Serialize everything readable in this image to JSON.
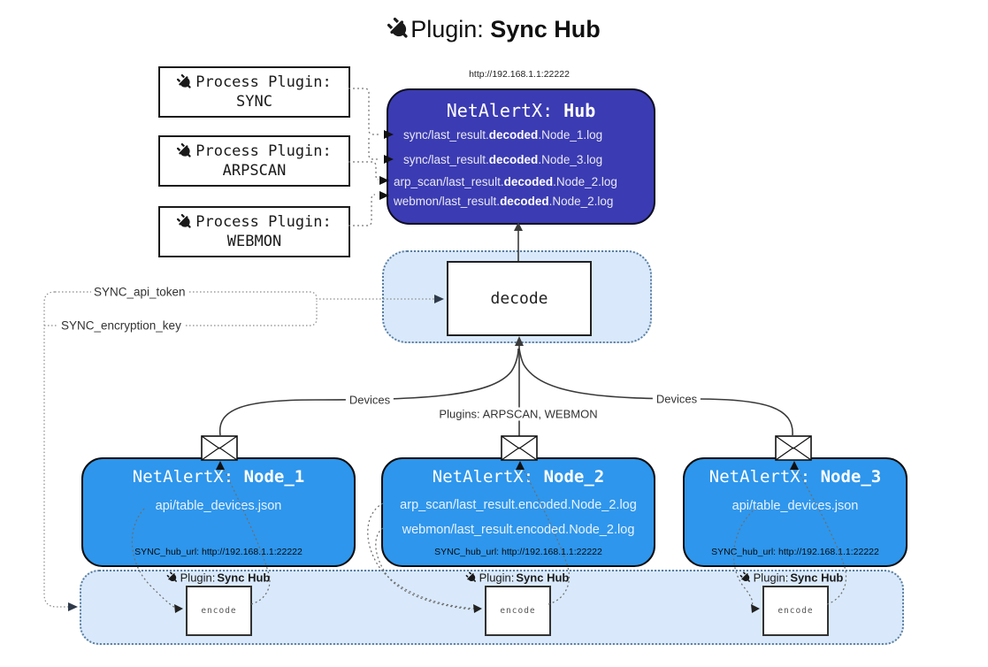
{
  "title": {
    "icon": "plug-icon",
    "prefix": "Plugin: ",
    "bold": "Sync Hub"
  },
  "process_plugins": [
    {
      "line1": "Process Plugin:",
      "line2": "SYNC"
    },
    {
      "line1": "Process Plugin:",
      "line2": "ARPSCAN"
    },
    {
      "line1": "Process Plugin:",
      "line2": "WEBMON"
    }
  ],
  "hub": {
    "url": "http://192.168.1.1:22222",
    "title_prefix": "NetAlertX: ",
    "title_bold": "Hub",
    "lines": [
      {
        "pre": "sync/last_result.",
        "bold": "decoded",
        "post": ".Node_1.log"
      },
      {
        "pre": "sync/last_result.",
        "bold": "decoded",
        "post": ".Node_3.log"
      },
      {
        "pre": "arp_scan/last_result.",
        "bold": "decoded",
        "post": ".Node_2.log"
      },
      {
        "pre": "webmon/last_result.",
        "bold": "decoded",
        "post": ".Node_2.log"
      }
    ]
  },
  "decode": {
    "label": "decode"
  },
  "config_keys": {
    "api_token": "SYNC_api_token",
    "encryption_key": "SYNC_encryption_key"
  },
  "edge_labels": {
    "devices_left": "Devices",
    "plugins_middle": "Plugins: ARPSCAN, WEBMON",
    "devices_right": "Devices"
  },
  "nodes": [
    {
      "title_prefix": "NetAlertX: ",
      "title_bold": "Node_1",
      "lines": [
        "api/table_devices.json"
      ],
      "hub_url": "SYNC_hub_url: http://192.168.1.1:22222"
    },
    {
      "title_prefix": "NetAlertX: ",
      "title_bold": "Node_2",
      "lines": [
        "arp_scan/last_result.encoded.Node_2.log",
        "webmon/last_result.encoded.Node_2.log"
      ],
      "hub_url": "SYNC_hub_url: http://192.168.1.1:22222"
    },
    {
      "title_prefix": "NetAlertX: ",
      "title_bold": "Node_3",
      "lines": [
        "api/table_devices.json"
      ],
      "hub_url": "SYNC_hub_url: http://192.168.1.1:22222"
    }
  ],
  "encoders": [
    {
      "label_prefix": "Plugin: ",
      "label_bold": "Sync Hub",
      "box_label": "encode"
    },
    {
      "label_prefix": "Plugin: ",
      "label_bold": "Sync Hub",
      "box_label": "encode"
    },
    {
      "label_prefix": "Plugin: ",
      "label_bold": "Sync Hub",
      "box_label": "encode"
    }
  ],
  "colors": {
    "hub_bg": "#3b3bb3",
    "node_bg": "#2e96ec",
    "band_bg": "#d9e9fb",
    "band_border": "#5a7d9e",
    "line": "#3a3a3a",
    "dotted": "#6e6e6e"
  }
}
